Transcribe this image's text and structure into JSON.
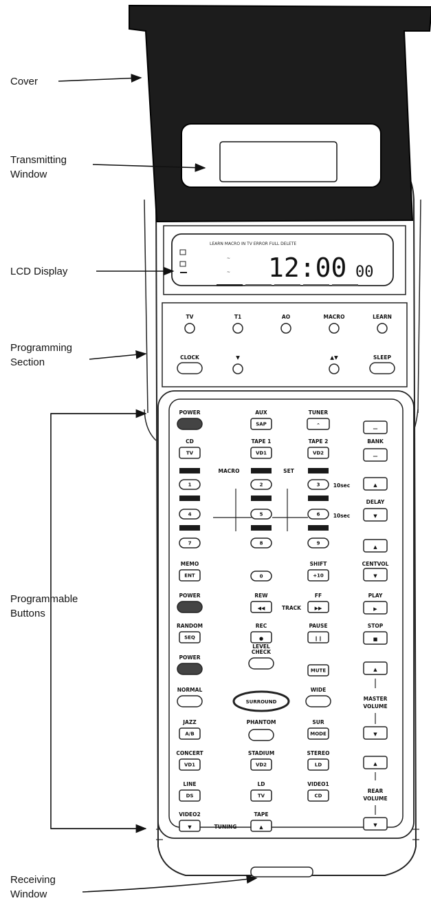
{
  "callouts": {
    "cover": "Cover",
    "transmitting_1": "Transmitting",
    "transmitting_2": "Window",
    "lcd": "LCD Display",
    "programming_1": "Programming",
    "programming_2": "Section",
    "programmable_1": "Programmable",
    "programmable_2": "Buttons",
    "receiving_1": "Receiving",
    "receiving_2": "Window"
  },
  "lcd": {
    "status_line": "LEARN MACRO IN TV ERROR FULL DELETE",
    "time": "12:00",
    "seconds": "00"
  },
  "programming": {
    "top": [
      "TV",
      "T1",
      "AO",
      "MACRO",
      "LEARN"
    ],
    "bottom_left": "CLOCK",
    "sleep": "SLEEP"
  },
  "keys": {
    "r1": [
      "POWER",
      "AUX",
      "TUNER"
    ],
    "sap": "SAP",
    "r2": [
      "CD",
      "TAPE 1",
      "TAPE 2",
      "BANK"
    ],
    "r2_keys": [
      "TV",
      "VD1",
      "VD2"
    ],
    "macro": "MACRO",
    "set": "SET",
    "nums": [
      "1",
      "2",
      "3",
      "4",
      "5",
      "6",
      "7",
      "8",
      "9",
      "0"
    ],
    "sec10a": "10sec",
    "delay": "DELAY",
    "sec10b": "10sec",
    "r5": [
      "MEMO",
      "SHIFT",
      "CENTVOL"
    ],
    "ent": "ENT",
    "plus10": "+10",
    "r6": [
      "POWER",
      "REW",
      "FF",
      "PLAY"
    ],
    "track": "TRACK",
    "r7": [
      "RANDOM",
      "REC",
      "PAUSE",
      "STOP"
    ],
    "seq": "SEQ",
    "r8": [
      "POWER",
      "LEVEL",
      "CHECK"
    ],
    "mute": "MUTE",
    "r9": [
      "NORMAL",
      "WIDE"
    ],
    "surround": "SURROUND",
    "master_1": "MASTER",
    "master_2": "VOLUME",
    "r10": [
      "JAZZ",
      "PHANTOM",
      "SUR"
    ],
    "ab": "A/B",
    "mode": "MODE",
    "r11": [
      "CONCERT",
      "STADIUM",
      "STEREO"
    ],
    "r11_keys": [
      "VD1",
      "VD2",
      "LD"
    ],
    "r12": [
      "LINE",
      "LD",
      "VIDEO1"
    ],
    "r12_keys": [
      "DS",
      "TV",
      "CD"
    ],
    "rear_1": "REAR",
    "rear_2": "VOLUME",
    "r13": [
      "VIDEO2",
      "TAPE"
    ],
    "tuning": "TUNING"
  }
}
